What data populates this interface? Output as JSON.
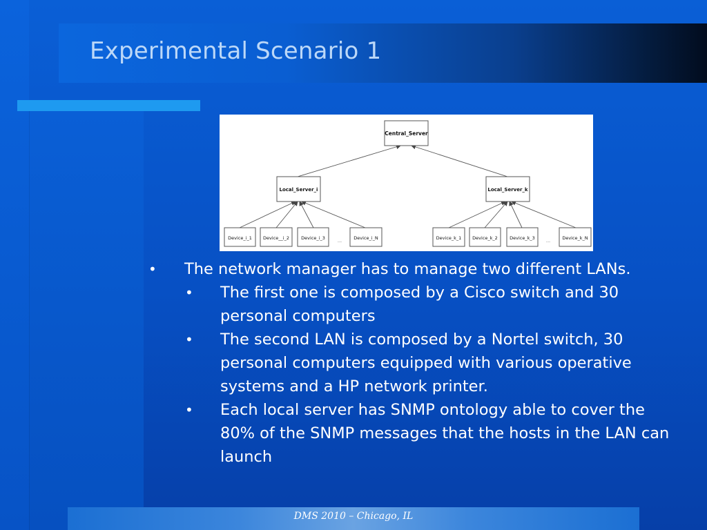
{
  "slide": {
    "title": "Experimental Scenario 1",
    "footer": "DMS 2010 – Chicago, IL"
  },
  "diagram": {
    "root": "Central_Server",
    "servers": [
      "Local_Server_i",
      "Local_Server_k"
    ],
    "devices_i": [
      "Device_i_1",
      "Device__i_2",
      "Device_i_3",
      "...",
      "Device_i_N"
    ],
    "devices_k": [
      "Device_k_1",
      "Device_k_2",
      "Device_k_3",
      "...",
      "Device_k_N"
    ]
  },
  "bullets": [
    {
      "level": 1,
      "text": "The network manager has to manage two different LANs."
    },
    {
      "level": 2,
      "text": "The first one is composed by a Cisco switch and 30 personal computers"
    },
    {
      "level": 2,
      "text": "The second LAN is composed by a Nortel switch, 30 personal computers equipped with various operative systems and a HP network printer."
    },
    {
      "level": 2,
      "text": "Each local server has SNMP ontology able to cover the 80% of the SNMP messages that the hosts in the LAN can launch"
    }
  ],
  "bullet_symbol": "•",
  "colors": {
    "background": "#0750c4",
    "title_text": "#bcd8f8",
    "accent_bar": "#1e9af0"
  }
}
